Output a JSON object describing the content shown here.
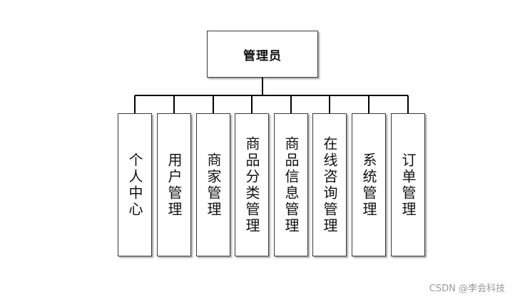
{
  "root": {
    "label": "管理员"
  },
  "children": [
    {
      "label": "个人中心"
    },
    {
      "label": "用户管理"
    },
    {
      "label": "商家管理"
    },
    {
      "label": "商品分类管理"
    },
    {
      "label": "商品信息管理"
    },
    {
      "label": "在线咨询管理"
    },
    {
      "label": "系统管理"
    },
    {
      "label": "订单管理"
    }
  ],
  "watermark": "CSDN @李会科技",
  "colors": {
    "line": "#000000",
    "border": "#3a3a3a",
    "text": "#111111",
    "watermark": "#999999"
  }
}
